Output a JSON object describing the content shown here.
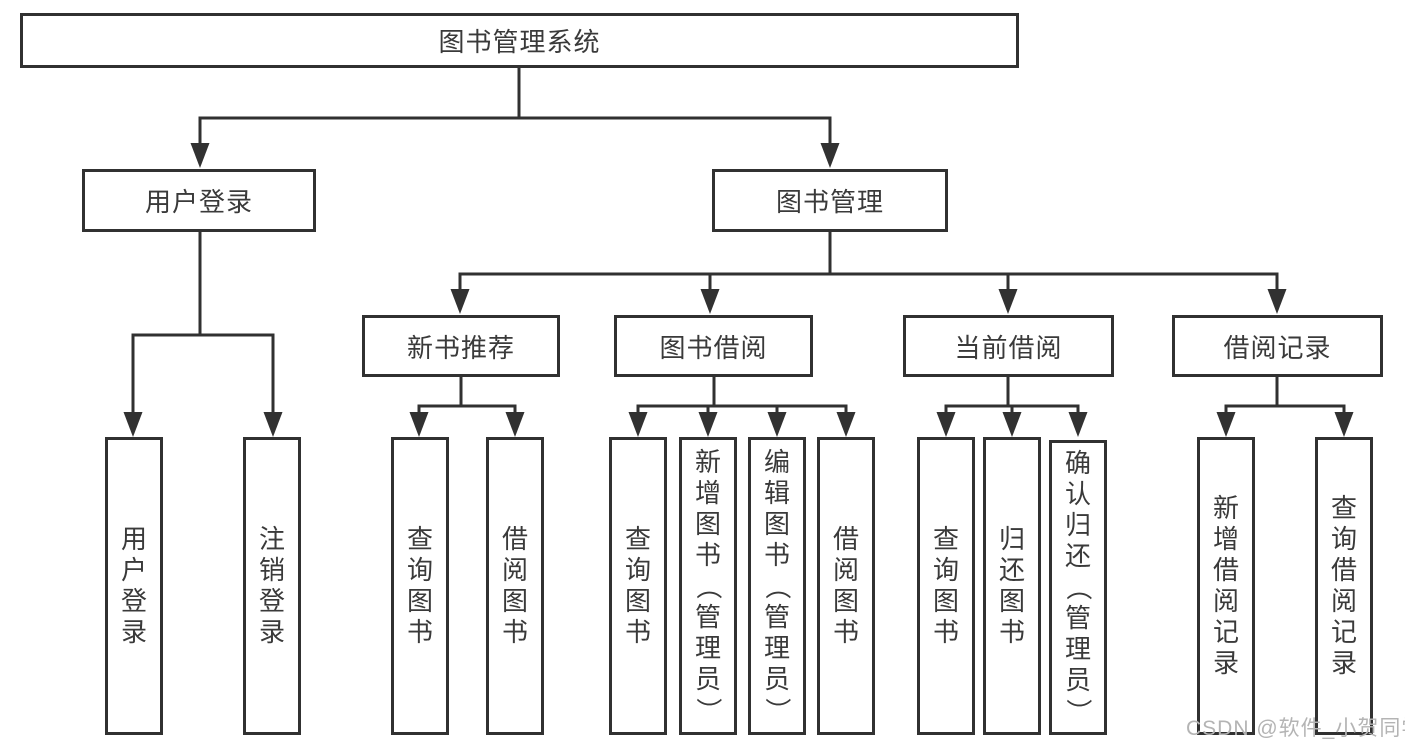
{
  "tree": {
    "label": "图书管理系统",
    "children": [
      {
        "label": "用户登录",
        "children": [
          {
            "label": "用户登录"
          },
          {
            "label": "注销登录"
          }
        ]
      },
      {
        "label": "图书管理",
        "children": [
          {
            "label": "新书推荐",
            "children": [
              {
                "label": "查询图书"
              },
              {
                "label": "借阅图书"
              }
            ]
          },
          {
            "label": "图书借阅",
            "children": [
              {
                "label": "查询图书"
              },
              {
                "label": "新增图书（管理员）"
              },
              {
                "label": "编辑图书（管理员）"
              },
              {
                "label": "借阅图书"
              }
            ]
          },
          {
            "label": "当前借阅",
            "children": [
              {
                "label": "查询图书"
              },
              {
                "label": "归还图书"
              },
              {
                "label": "确认归还（管理员）"
              }
            ]
          },
          {
            "label": "借阅记录",
            "children": [
              {
                "label": "新增借阅记录"
              },
              {
                "label": "查询借阅记录"
              }
            ]
          }
        ]
      }
    ]
  },
  "watermark": {
    "text": "CSDN @软件_小贺同学"
  },
  "colors": {
    "line": "#313131",
    "text": "#3a3a3a",
    "watermark": "#b4b4b4",
    "background": "#ffffff"
  }
}
